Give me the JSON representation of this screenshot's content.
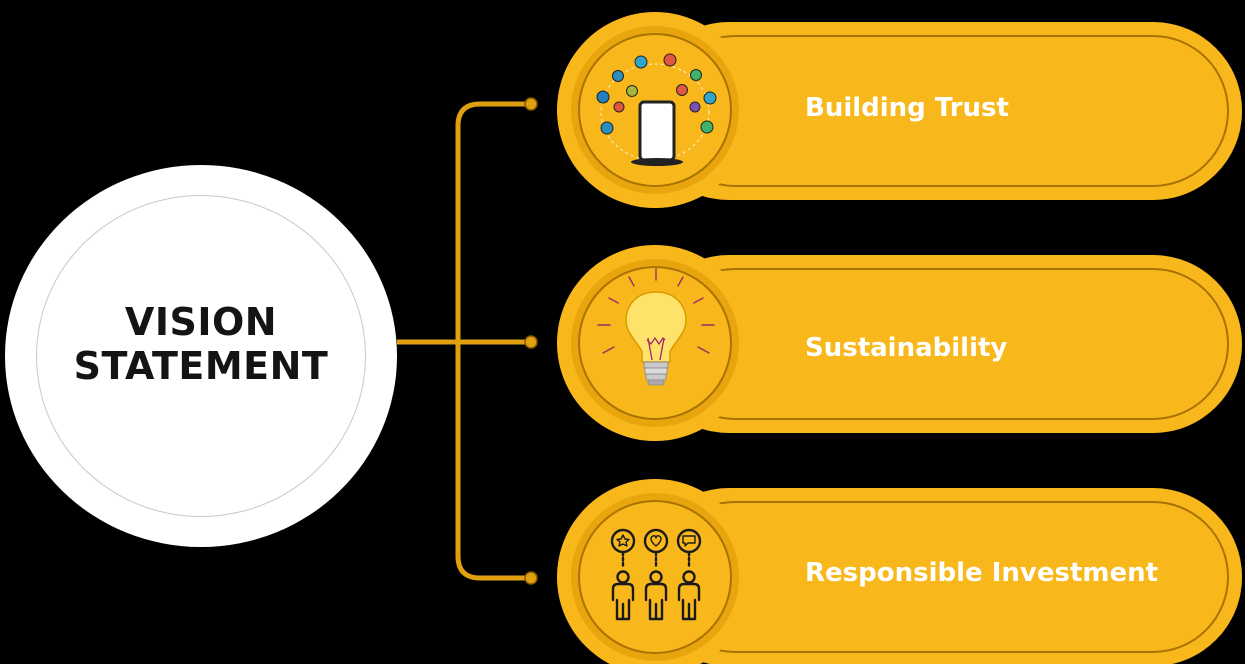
{
  "central": {
    "line1": "VISION",
    "line2": "STATEMENT"
  },
  "items": [
    {
      "label": "Building Trust",
      "icon": "people-network-phone-icon"
    },
    {
      "label": "Sustainability",
      "icon": "light-bulb-icon"
    },
    {
      "label": "Responsible Investment",
      "icon": "people-feedback-icon"
    }
  ],
  "colors": {
    "background": "#000000",
    "gold": "#F8B81F",
    "gold_dark": "#D99A0B",
    "gold_outline": "#A87300",
    "connector": "#E0A010",
    "central_fill": "#FFFFFF",
    "central_text": "#141414",
    "label_text": "#FFFFFF"
  }
}
